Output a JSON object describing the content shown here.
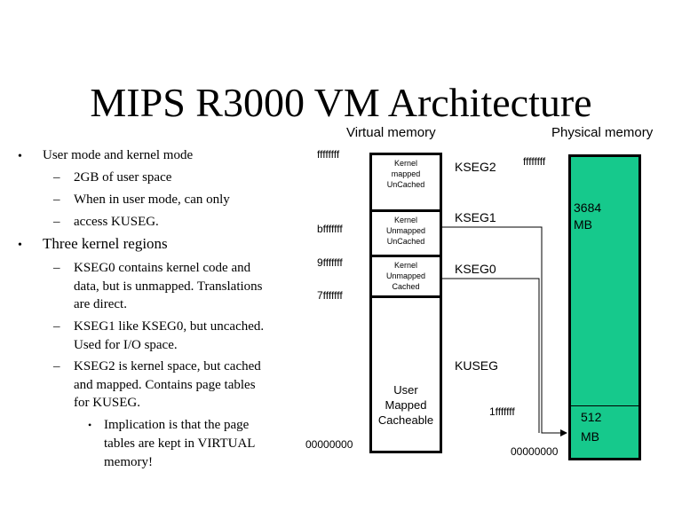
{
  "title": "MIPS R3000 VM Architecture",
  "bullets": {
    "b1": "User mode and kernel mode",
    "b1_sub": [
      "2GB of user space",
      "When in user mode, can only",
      "access KUSEG."
    ],
    "b2": "Three kernel regions",
    "b2_sub": [
      {
        "lines": [
          "KSEG0 contains kernel code and",
          "data, but is unmapped. Translations",
          "are direct."
        ]
      },
      {
        "lines": [
          "KSEG1 like KSEG0, but uncached.",
          "Used for I/O space."
        ]
      },
      {
        "lines": [
          "KSEG2 is kernel space, but cached",
          "and mapped. Contains page tables",
          "for KUSEG."
        ]
      }
    ],
    "b3": [
      "Implication is that the page",
      "tables are kept in VIRTUAL",
      "memory!"
    ],
    "bullet_char": "•",
    "dash_char": "–"
  },
  "diagram": {
    "virtual_header": "Virtual memory",
    "physical_header": "Physical memory",
    "addresses": {
      "a_ffffffff": "ffffffff",
      "a_bfffffff": "bfffffff",
      "a_9fffffff": "9fffffff",
      "a_7fffffff": "7fffffff",
      "a_00000000": "00000000",
      "p_ffffffff": "ffffffff",
      "p_1fffffff": "1fffffff",
      "p_00000000": "00000000"
    },
    "segments": {
      "kseg2": "KSEG2",
      "kseg1": "KSEG1",
      "kseg0": "KSEG0",
      "kuseg": "KUSEG"
    },
    "boxes": {
      "kseg2": [
        "Kernel",
        "mapped",
        "UnCached"
      ],
      "kseg1": [
        "Kernel",
        "Unmapped",
        "UnCached"
      ],
      "kseg0": [
        "Kernel",
        "Unmapped",
        "Cached"
      ],
      "kuseg": [
        "User",
        "Mapped",
        "Cacheable"
      ]
    },
    "physical": {
      "upper": [
        "3684",
        "MB"
      ],
      "lower": [
        "512",
        "MB"
      ],
      "fill_color": "#16c98c"
    }
  }
}
